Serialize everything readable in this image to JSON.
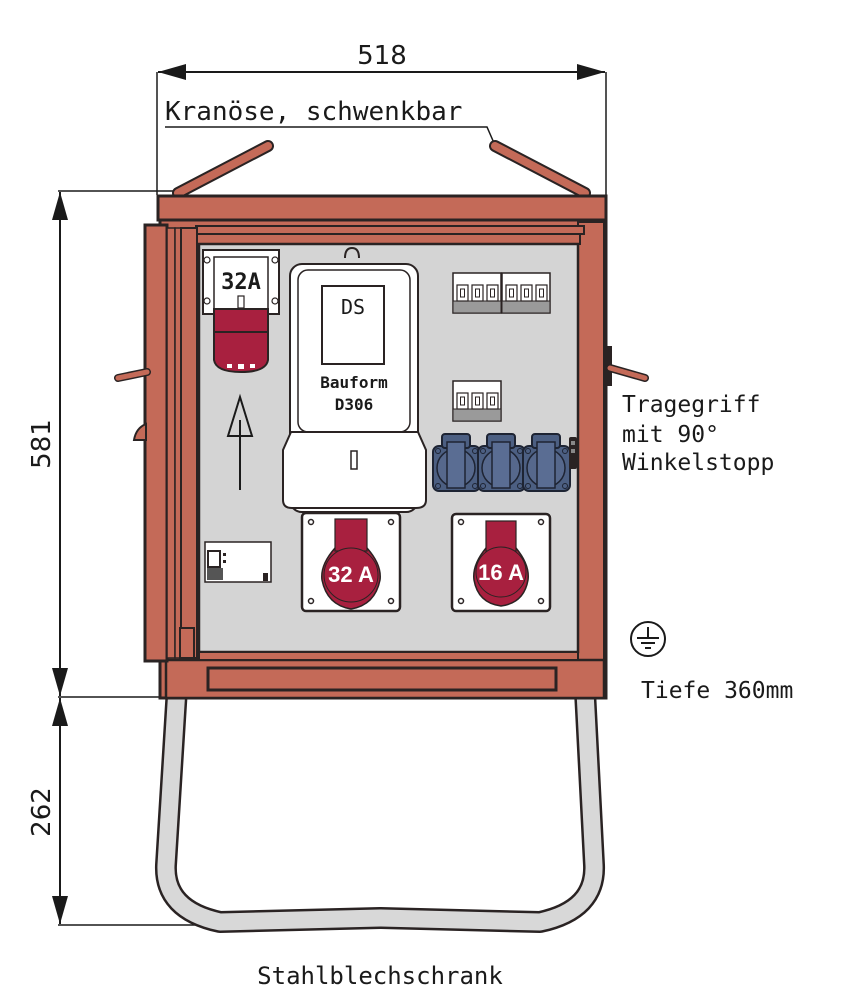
{
  "title": "Stahlblechschrank",
  "colors": {
    "housing": "#c46a58",
    "outline": "#2a2323",
    "panel": "#d4d4d4",
    "cee_red": "#a8203f",
    "schuko_blue": "#4c5f82",
    "handle_grey": "#d8d8d8"
  },
  "dimensions": {
    "width": "518",
    "height": "581",
    "stand_height": "262"
  },
  "annotations": {
    "crane_eye": "Kranöse, schwenkbar",
    "carry_handle_line1": "Tragegriff",
    "carry_handle_line2": "mit 90°",
    "carry_handle_line3": "Winkelstopp",
    "depth": "Tiefe 360mm"
  },
  "components": {
    "inlet_plug_label": "32A",
    "meter_slot_label": "DS",
    "meter_type_line1": "Bauform",
    "meter_type_line2": "D306",
    "cee_socket_1": "32 A",
    "cee_socket_2": "16 A",
    "breaker_groups": [
      {
        "name": "breaker-group-3pole-a",
        "poles": 3
      },
      {
        "name": "breaker-group-3pole-b",
        "poles": 3
      },
      {
        "name": "breaker-group-3pole-c",
        "poles": 3
      }
    ],
    "schuko_socket_count": 3
  },
  "icons": {
    "ground_symbol": "protective-earth-icon",
    "direction_arrow": "arrow-up-icon"
  }
}
